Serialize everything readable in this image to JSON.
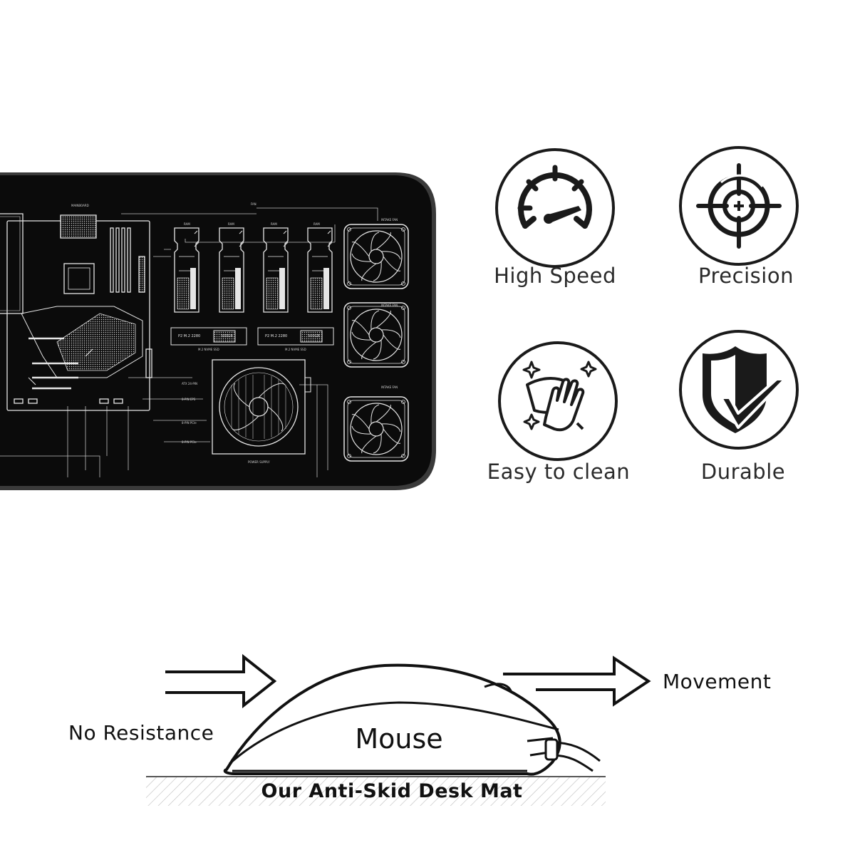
{
  "features": [
    {
      "label": "High Speed",
      "icon": "speedometer-icon"
    },
    {
      "label": "Precision",
      "icon": "crosshair-icon"
    },
    {
      "label": "Easy to clean",
      "icon": "cleaning-hand-icon"
    },
    {
      "label": "Durable",
      "icon": "shield-check-icon"
    }
  ],
  "diagram": {
    "left_label": "No Resistance",
    "right_label": "Movement",
    "mouse_label": "Mouse",
    "mat_label": "Our Anti-Skid Desk Mat"
  },
  "colors": {
    "mat_background": "#0b0b0b",
    "mat_line": "#e6e6e6",
    "icon_stroke": "#1a1a1a"
  }
}
